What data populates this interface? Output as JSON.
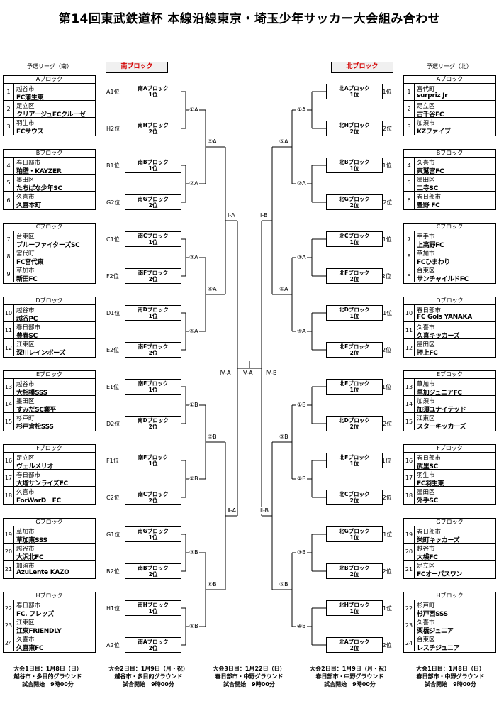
{
  "title": "第14回東武鉄道杯 本線沿線東京・埼玉少年サッカー大会組み合わせ",
  "league_south_head": "予選リーグ（南）",
  "league_north_head": "予選リーグ（北）",
  "south_tag": "南ブロック",
  "north_tag": "北ブロック",
  "south_blocks": [
    {
      "name": "Aブロック",
      "teams": [
        {
          "num": "1",
          "city": "越谷市",
          "name": "FC蒲生東"
        },
        {
          "num": "2",
          "city": "足立区",
          "name": "クリアージュFCクルーゼ"
        },
        {
          "num": "3",
          "city": "羽生市",
          "name": "FCサウス"
        }
      ]
    },
    {
      "name": "Bブロック",
      "teams": [
        {
          "num": "4",
          "city": "春日部市",
          "name": "粕壁・KAYZER"
        },
        {
          "num": "5",
          "city": "墨田区",
          "name": "たちばな少年SC"
        },
        {
          "num": "6",
          "city": "久喜市",
          "name": "久喜本町"
        }
      ]
    },
    {
      "name": "Cブロック",
      "teams": [
        {
          "num": "7",
          "city": "台東区",
          "name": "ブルーファイターズSC"
        },
        {
          "num": "8",
          "city": "宮代町",
          "name": "FC宮代東"
        },
        {
          "num": "9",
          "city": "草加市",
          "name": "新田FC"
        }
      ]
    },
    {
      "name": "Dブロック",
      "teams": [
        {
          "num": "10",
          "city": "越谷市",
          "name": "越谷PC"
        },
        {
          "num": "11",
          "city": "春日部市",
          "name": "豊春SC"
        },
        {
          "num": "12",
          "city": "江東区",
          "name": "深川レインボーズ"
        }
      ]
    },
    {
      "name": "Eブロック",
      "teams": [
        {
          "num": "13",
          "city": "越谷市",
          "name": "大相模SSS"
        },
        {
          "num": "14",
          "city": "墨田区",
          "name": "すみだSC業平"
        },
        {
          "num": "15",
          "city": "杉戸町",
          "name": "杉戸倉松SSS"
        }
      ]
    },
    {
      "name": "Fブロック",
      "teams": [
        {
          "num": "16",
          "city": "足立区",
          "name": "ヴェルメリオ"
        },
        {
          "num": "17",
          "city": "春日部市",
          "name": "大増サンライズFC"
        },
        {
          "num": "18",
          "city": "久喜市",
          "name": "ForWarD　FC"
        }
      ]
    },
    {
      "name": "Gブロック",
      "teams": [
        {
          "num": "19",
          "city": "草加市",
          "name": "草加東SSS"
        },
        {
          "num": "20",
          "city": "越谷市",
          "name": "大沢北FC"
        },
        {
          "num": "21",
          "city": "加須市",
          "name": "AzuLente KAZO"
        }
      ]
    },
    {
      "name": "Hブロック",
      "teams": [
        {
          "num": "22",
          "city": "春日部市",
          "name": "FC. フレッズ"
        },
        {
          "num": "23",
          "city": "江東区",
          "name": "江東FRIENDLY"
        },
        {
          "num": "24",
          "city": "久喜市",
          "name": "久喜東FC"
        }
      ]
    }
  ],
  "north_blocks": [
    {
      "name": "Aブロック",
      "teams": [
        {
          "num": "1",
          "city": "宮代町",
          "name": "surpriz Jr"
        },
        {
          "num": "2",
          "city": "足立区",
          "name": "古千谷FC"
        },
        {
          "num": "3",
          "city": "加須市",
          "name": "KZファイブ"
        }
      ]
    },
    {
      "name": "Bブロック",
      "teams": [
        {
          "num": "4",
          "city": "久喜市",
          "name": "東鷲宮FC"
        },
        {
          "num": "5",
          "city": "墨田区",
          "name": "二寺SC"
        },
        {
          "num": "6",
          "city": "春日部市",
          "name": "豊野 FC"
        }
      ]
    },
    {
      "name": "Cブロック",
      "teams": [
        {
          "num": "7",
          "city": "幸手市",
          "name": "上高野FC"
        },
        {
          "num": "8",
          "city": "草加市",
          "name": "FCひまわり"
        },
        {
          "num": "9",
          "city": "台東区",
          "name": "サンチャイルドFC"
        }
      ]
    },
    {
      "name": "Dブロック",
      "teams": [
        {
          "num": "10",
          "city": "春日部市",
          "name": "FC Gols YANAKA"
        },
        {
          "num": "11",
          "city": "久喜市",
          "name": "久喜キッカーズ"
        },
        {
          "num": "12",
          "city": "墨田区",
          "name": "押上FC"
        }
      ]
    },
    {
      "name": "Eブロック",
      "teams": [
        {
          "num": "13",
          "city": "草加市",
          "name": "草加ジュニアFC"
        },
        {
          "num": "14",
          "city": "加須市",
          "name": "加須ユナイテッド"
        },
        {
          "num": "15",
          "city": "江東区",
          "name": "スターキッカーズ"
        }
      ]
    },
    {
      "name": "Fブロック",
      "teams": [
        {
          "num": "16",
          "city": "春日部市",
          "name": "武里SC"
        },
        {
          "num": "17",
          "city": "羽生市",
          "name": "FC羽生東"
        },
        {
          "num": "18",
          "city": "墨田区",
          "name": "外手SC"
        }
      ]
    },
    {
      "name": "Gブロック",
      "teams": [
        {
          "num": "19",
          "city": "春日部市",
          "name": "栄町キッカーズ"
        },
        {
          "num": "20",
          "city": "越谷市",
          "name": "大袋FC"
        },
        {
          "num": "21",
          "city": "足立区",
          "name": "FCオーパスワン"
        }
      ]
    },
    {
      "name": "Hブロック",
      "teams": [
        {
          "num": "22",
          "city": "杉戸町",
          "name": "杉戸西SSS"
        },
        {
          "num": "23",
          "city": "久喜市",
          "name": "栗橋ジュニア"
        },
        {
          "num": "24",
          "city": "台東区",
          "name": "レスチジュニア"
        }
      ]
    }
  ],
  "south_seeds": [
    {
      "label": "A1位",
      "l1": "南Aブロック",
      "l2": "1位"
    },
    {
      "label": "H2位",
      "l1": "南Hブロック",
      "l2": "2位"
    },
    {
      "label": "B1位",
      "l1": "南Bブロック",
      "l2": "1位"
    },
    {
      "label": "G2位",
      "l1": "南Gブロック",
      "l2": "2位"
    },
    {
      "label": "C1位",
      "l1": "南Cブロック",
      "l2": "1位"
    },
    {
      "label": "F2位",
      "l1": "南Fブロック",
      "l2": "2位"
    },
    {
      "label": "D1位",
      "l1": "南Dブロック",
      "l2": "1位"
    },
    {
      "label": "E2位",
      "l1": "南Eブロック",
      "l2": "2位"
    },
    {
      "label": "E1位",
      "l1": "南Eブロック",
      "l2": "1位"
    },
    {
      "label": "D2位",
      "l1": "南Dブロック",
      "l2": "2位"
    },
    {
      "label": "F1位",
      "l1": "南Fブロック",
      "l2": "1位"
    },
    {
      "label": "C2位",
      "l1": "南Cブロック",
      "l2": "2位"
    },
    {
      "label": "G1位",
      "l1": "南Gブロック",
      "l2": "1位"
    },
    {
      "label": "B2位",
      "l1": "南Bブロック",
      "l2": "2位"
    },
    {
      "label": "H1位",
      "l1": "南Hブロック",
      "l2": "1位"
    },
    {
      "label": "A2位",
      "l1": "南Aブロック",
      "l2": "2位"
    }
  ],
  "north_seeds": [
    {
      "label": "A1位",
      "l1": "北Aブロック",
      "l2": "1位"
    },
    {
      "label": "H2位",
      "l1": "北Hブロック",
      "l2": "2位"
    },
    {
      "label": "B1位",
      "l1": "北Bブロック",
      "l2": "1位"
    },
    {
      "label": "G2位",
      "l1": "北Gブロック",
      "l2": "2位"
    },
    {
      "label": "C1位",
      "l1": "北Cブロック",
      "l2": "1位"
    },
    {
      "label": "F2位",
      "l1": "北Fブロック",
      "l2": "2位"
    },
    {
      "label": "D1位",
      "l1": "北Dブロック",
      "l2": "1位"
    },
    {
      "label": "E2位",
      "l1": "北Eブロック",
      "l2": "2位"
    },
    {
      "label": "E1位",
      "l1": "北Eブロック",
      "l2": "1位"
    },
    {
      "label": "D2位",
      "l1": "北Dブロック",
      "l2": "2位"
    },
    {
      "label": "F1位",
      "l1": "北Fブロック",
      "l2": "1位"
    },
    {
      "label": "C2位",
      "l1": "北Cブロック",
      "l2": "2位"
    },
    {
      "label": "G1位",
      "l1": "北Gブロック",
      "l2": "1位"
    },
    {
      "label": "B2位",
      "l1": "北Bブロック",
      "l2": "2位"
    },
    {
      "label": "H1位",
      "l1": "北Hブロック",
      "l2": "1位"
    },
    {
      "label": "A2位",
      "l1": "北Aブロック",
      "l2": "2位"
    }
  ],
  "round_labels": {
    "r1_south": [
      "①A",
      "②A",
      "③A",
      "④A",
      "①B",
      "②B",
      "③B",
      "④B"
    ],
    "r1_north": [
      "①A",
      "②A",
      "③A",
      "④A",
      "①B",
      "②B",
      "③B",
      "④B"
    ],
    "r2_south": [
      "⑤A",
      "⑥A",
      "⑤B",
      "⑥B"
    ],
    "r2_north": [
      "⑤A",
      "⑥A",
      "⑤B",
      "⑥B"
    ],
    "r3_south": [
      "Ⅰ-A",
      "Ⅱ-A"
    ],
    "r3_north": [
      "Ⅰ-B",
      "Ⅱ-B"
    ],
    "r4_south": "Ⅳ-A",
    "r4_north": "Ⅳ-B",
    "final": "Ⅴ-A"
  },
  "footer": [
    {
      "l1": "大会1日目：1月8日（日）",
      "l2": "越谷市・多目的グラウンド",
      "l3": "試合開始　9時00分"
    },
    {
      "l1": "大会2日目：1月9日（月・祝）",
      "l2": "越谷市・多目的グラウンド",
      "l3": "試合開始　9時00分"
    },
    {
      "l1": "大会3日目：1月22日（日）",
      "l2": "春日部市・中野グラウンド",
      "l3": "試合開始　9時00分"
    },
    {
      "l1": "大会2日目：1月9日（月・祝）",
      "l2": "春日部市・中野グラウンド",
      "l3": "試合開始　9時00分"
    },
    {
      "l1": "大会1日目：1月8日（日）",
      "l2": "春日部市・中野グラウンド",
      "l3": "試合開始　9時00分"
    }
  ]
}
